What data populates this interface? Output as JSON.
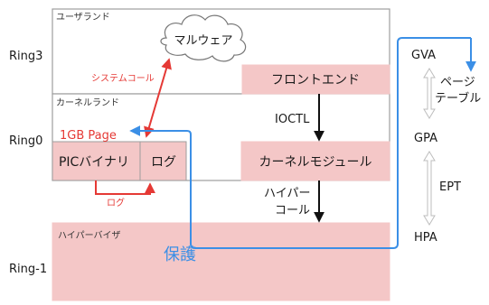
{
  "rings": {
    "ring3": "Ring3",
    "ring0": "Ring0",
    "ring_minus1": "Ring-1"
  },
  "regions": {
    "user_land": "ユーザランド",
    "kernel_land": "カーネルランド",
    "hypervisor": "ハイパーバイザ"
  },
  "blocks": {
    "malware": "マルウェア",
    "frontend": "フロントエンド",
    "kernel_module": "カーネルモジュール",
    "pic_binary": "PICバイナリ",
    "log": "ログ"
  },
  "arrows": {
    "system_call": "システムコール",
    "page_1gb": "1GB Page",
    "ioctl": "IOCTL",
    "hypercall_line1": "ハイパー",
    "hypercall_line2": "コール",
    "log_arrow": "ログ",
    "protect": "保護"
  },
  "addresses": {
    "gva": "GVA",
    "gpa": "GPA",
    "hpa": "HPA",
    "page_table_line1": "ページ",
    "page_table_line2": "テーブル",
    "ept": "EPT"
  },
  "colors": {
    "block_fill": "#f4c7c7",
    "red_accent": "#e53935",
    "blue_accent": "#3b8fe6",
    "arrow_black": "#111111",
    "frame_gray": "#9e9e9e"
  }
}
